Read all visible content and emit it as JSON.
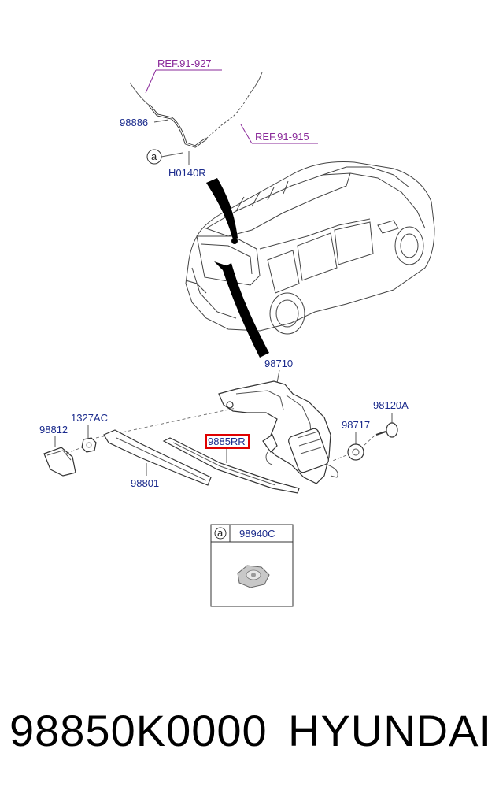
{
  "diagram": {
    "refs": [
      "REF.91-927",
      "REF.91-915"
    ],
    "parts": {
      "hose": "98886",
      "nozzle": "H0140R",
      "motor": "98710",
      "bolt": "98120A",
      "grommet": "98717",
      "nut": "1327AC",
      "cap": "98812",
      "arm": "98801",
      "blade": "9885RR"
    },
    "callout_letter": "a",
    "inset": {
      "letter": "a",
      "part": "98940C"
    },
    "highlight_color": "#e00000",
    "label_color": "#1a2a8c",
    "ref_color": "#8a2a9a"
  },
  "footer": {
    "part_number": "98850K0000",
    "brand": "HYUNDAI"
  }
}
